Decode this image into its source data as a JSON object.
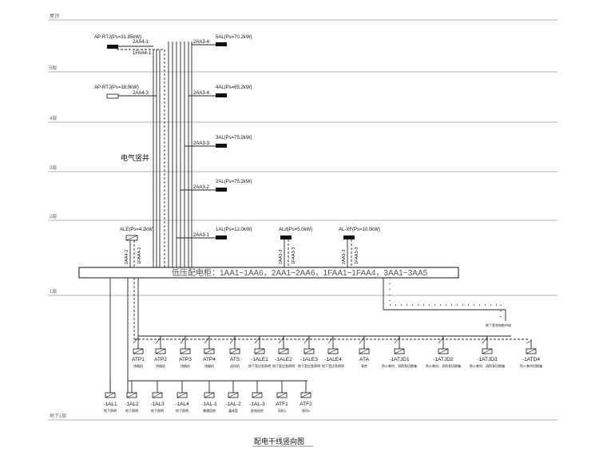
{
  "title": "配电干线竖向图",
  "floors": [
    "屋顶",
    "5层",
    "4层",
    "3层",
    "2层",
    "1层",
    "地下1层"
  ],
  "shaft_label": "电气竖井",
  "main_panel_label": "低压配电柜：1AA1~1AA6，2AA1~2AA6，1FAA1~1FAA4，3AA1~3AA5",
  "upper_panels": [
    {
      "label": "5AL(Ps=70.2kW)",
      "feeder": "2AA3-4"
    },
    {
      "label": "4AL(Ps=65.2kW)",
      "feeder": "2AA3-4"
    },
    {
      "label": "3AL(Ps=75.2kW)",
      "feeder": "2AA3-3"
    },
    {
      "label": "2AL(Ps=75.2kW)",
      "feeder": "2AA3-2"
    },
    {
      "label": "1AL(Ps=12.0kW)",
      "feeder": "2AA3-1"
    }
  ],
  "left_upper_panels": [
    {
      "label": "AP-RTJ(Ps=31.85kW)",
      "feeders": [
        "2AA4-1",
        "1FAA4-1"
      ]
    },
    {
      "label": "AP-RTJ(Ps=18.0kW)",
      "feeders": [
        "2AA4-3"
      ]
    }
  ],
  "first_floor_panels": [
    {
      "label": "ALE(Ps=4.2kW)",
      "feeders": [
        "2AA4-2",
        "1FAA4-2"
      ]
    },
    {
      "label": "ALd(Ps=5.0kW)",
      "feeders": [
        "2AA3-3",
        "1FAA3-3"
      ]
    },
    {
      "label": "AL-XF(Ps=10.0kW)",
      "feeders": [
        "2AA3-3",
        "1FAA3-3"
      ]
    }
  ],
  "basement_row1": [
    {
      "label": "ATP1",
      "sub": "排烟机"
    },
    {
      "label": "ATP2",
      "sub": "排烟机"
    },
    {
      "label": "ATP3",
      "sub": "排烟机"
    },
    {
      "label": "ATP4",
      "sub": "排烟机"
    },
    {
      "label": "ATS",
      "sub": "送风机"
    },
    {
      "label": "-1ALE1",
      "sub": "地下室应急照明"
    },
    {
      "label": "-1ALE2",
      "sub": "地下室应急照明"
    },
    {
      "label": "-1ALE3",
      "sub": "地下室应急照明"
    },
    {
      "label": "-1ALE4",
      "sub": "地下室应急照明"
    },
    {
      "label": "ATA",
      "sub": "泵房"
    },
    {
      "label": "-1ATJD1",
      "sub": "防火卷帘、消防泵切换箱"
    },
    {
      "label": "-1ATJD2",
      "sub": "防火卷帘、消防泵切换箱"
    },
    {
      "label": "-1ATJD3",
      "sub": "防火卷帘、消防泵切换箱"
    },
    {
      "label": "-1ATD4",
      "sub": "防火卷帘切换箱"
    }
  ],
  "basement_row2": [
    {
      "label": "-1AL1",
      "sub": "地下照明"
    },
    {
      "label": "-1AL2",
      "sub": "地下照明"
    },
    {
      "label": "-1AL3",
      "sub": "地下照明"
    },
    {
      "label": "-1AL4",
      "sub": "地下照明"
    },
    {
      "label": "-1AL-1",
      "sub": "普通用房"
    },
    {
      "label": "-1AL-2",
      "sub": "晶体室"
    },
    {
      "label": "-1AL-3",
      "sub": "发电机房"
    },
    {
      "label": "ATF1",
      "sub": "风机1"
    },
    {
      "label": "ATF2",
      "sub": "排风2"
    }
  ],
  "charging_label": "地下室充电桩供电"
}
